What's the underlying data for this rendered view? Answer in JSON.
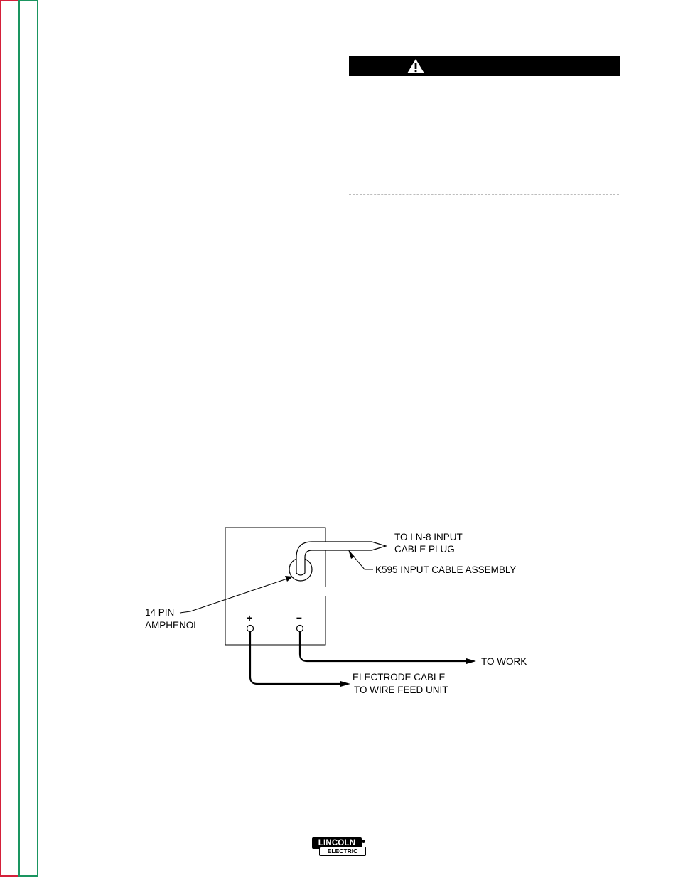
{
  "logo": {
    "line1": "LINCOLN",
    "line2": "ELECTRIC"
  },
  "diagram": {
    "labels": {
      "to_ln8_line1": "TO LN-8 INPUT",
      "to_ln8_line2": "CABLE PLUG",
      "k595": "K595 INPUT CABLE ASSEMBLY",
      "pin_line1": "14 PIN",
      "pin_line2": "AMPHENOL",
      "plus": "+",
      "minus": "–",
      "to_work": "TO WORK",
      "electrode_line1": "ELECTRODE CABLE",
      "electrode_line2": "TO WIRE FEED UNIT"
    }
  },
  "colors": {
    "left_border": "#d4203a",
    "inner_border": "#1a9560",
    "warning_bar": "#000000",
    "dashed_rule": "#bdbdbd"
  }
}
